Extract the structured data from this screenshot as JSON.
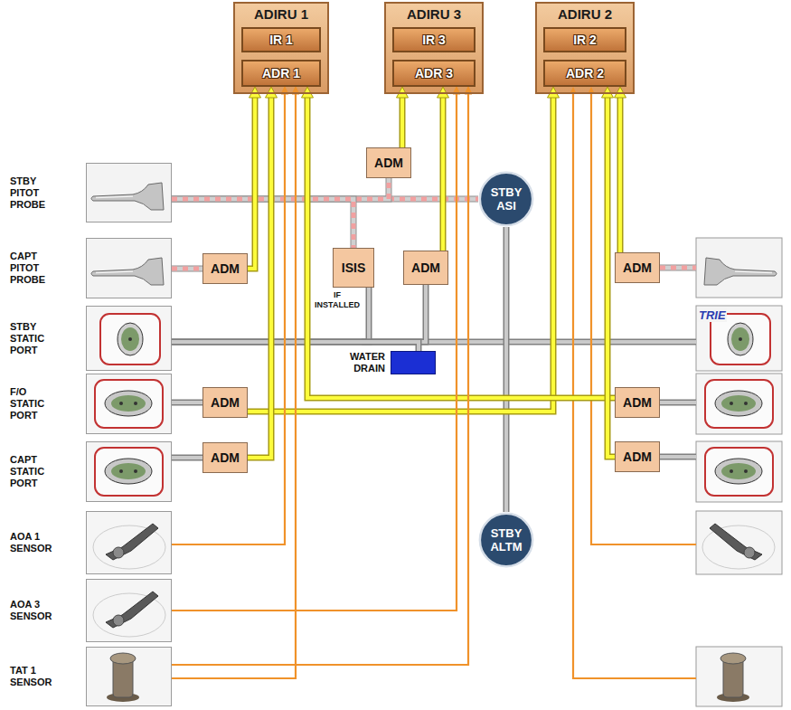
{
  "diagram": {
    "nodes": [
      {
        "text": [
          "ADIRU 1"
        ]
      },
      {
        "text": [
          "IR 1"
        ],
        "in": 0
      },
      {
        "text": [
          "ADR 1"
        ],
        "in": 0
      },
      {
        "text": [
          "ADIRU 3"
        ]
      },
      {
        "text": [
          "IR 3"
        ],
        "in": 3
      },
      {
        "text": [
          "ADR 3"
        ],
        "in": 3
      },
      {
        "text": [
          "ADIRU 2"
        ]
      },
      {
        "text": [
          "IR 2"
        ],
        "in": 6
      },
      {
        "text": [
          "ADR 2"
        ],
        "in": 6
      },
      {
        "text": [
          "ADM"
        ]
      },
      {
        "text": [
          "STBY ASI"
        ]
      },
      {
        "text": [
          "STBY PITOT PROBE"
        ]
      },
      {
        "text": [
          "CAPT PITOT PROBE"
        ]
      },
      {
        "text": [
          "ADM"
        ]
      },
      {
        "text": [
          "ISIS"
        ]
      },
      {
        "text": [
          "ADM"
        ]
      },
      {
        "text": [
          "ADM"
        ]
      },
      {
        "text": [
          "STBY STATIC PORT"
        ]
      },
      {
        "text": [
          "WATER DRAIN"
        ]
      },
      {
        "text": [
          "F/O STATIC PORT"
        ]
      },
      {
        "text": [
          "ADM"
        ]
      },
      {
        "text": [
          "ADM"
        ]
      },
      {
        "text": [
          "CAPT STATIC PORT"
        ]
      },
      {
        "text": [
          "ADM"
        ]
      },
      {
        "text": [
          "ADM"
        ]
      },
      {
        "text": [
          "AOA 1 SENSOR"
        ]
      },
      {
        "text": [
          "STBY ALTM"
        ]
      },
      {
        "text": [
          "AOA 3 SENSOR"
        ]
      },
      {
        "text": [
          "TAT 1 SENSOR"
        ]
      }
    ],
    "edges": [
      {
        "from": 11,
        "to": 10,
        "arrow": "none"
      },
      {
        "from": 11,
        "to": 9,
        "arrow": "none"
      },
      {
        "from": 11,
        "to": 14,
        "arrow": "none"
      },
      {
        "from": 12,
        "to": 13,
        "arrow": "none"
      },
      {
        "from": 13,
        "to": 2,
        "arrow": "to"
      },
      {
        "from": 9,
        "to": 5,
        "arrow": "to"
      },
      {
        "from": 15,
        "to": 5,
        "arrow": "to"
      },
      {
        "from": 16,
        "to": 8,
        "arrow": "to"
      },
      {
        "from": 17,
        "to": 14,
        "arrow": "none"
      },
      {
        "from": 17,
        "to": 15,
        "arrow": "none"
      },
      {
        "from": 17,
        "to": 18,
        "arrow": "none"
      },
      {
        "from": 10,
        "to": 26,
        "arrow": "none"
      },
      {
        "from": 19,
        "to": 20,
        "arrow": "none"
      },
      {
        "from": 20,
        "to": 8,
        "arrow": "to"
      },
      {
        "from": 21,
        "to": 2,
        "arrow": "to"
      },
      {
        "from": 22,
        "to": 23,
        "arrow": "none"
      },
      {
        "from": 23,
        "to": 2,
        "arrow": "to"
      },
      {
        "from": 24,
        "to": 8,
        "arrow": "to"
      },
      {
        "from": 25,
        "to": 2,
        "arrow": "to"
      },
      {
        "from": 27,
        "to": 5,
        "arrow": "to"
      },
      {
        "from": 28,
        "to": 5,
        "arrow": "to"
      },
      {
        "from": 28,
        "to": 2,
        "arrow": "to"
      }
    ],
    "labels": [
      "IF INSTALLED",
      "TRIE"
    ]
  }
}
